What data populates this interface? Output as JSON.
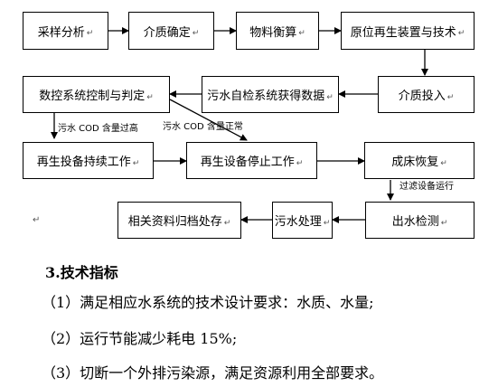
{
  "flowchart": {
    "boxes": {
      "b1": "采样分析",
      "b2": "介质确定",
      "b3": "物料衡算",
      "b4": "原位再生装置与技术",
      "b5": "介质投入",
      "b6": "污水自检系统获得数据",
      "b7": "数控系统控制与判定",
      "b8": "再生投备持续工作",
      "b9": "再生设备停止工作",
      "b10": "成床恢复",
      "b11": "出水检测",
      "b12": "污水处理",
      "b13": "相关资料归档处存"
    },
    "labels": {
      "cod_high": "污水 COD 含量过高",
      "cod_normal": "污水 COD 含量正常",
      "filter_run": "过滤设备运行"
    },
    "paragraph_mark": "↵"
  },
  "section": {
    "heading": "3.技术指标",
    "items": [
      "（1）满足相应水系统的技术设计要求：水质、水量;",
      "（2）运行节能减少耗电 15%;",
      "（3）切断一个外排污染源，满足资源利用全部要求。"
    ]
  }
}
